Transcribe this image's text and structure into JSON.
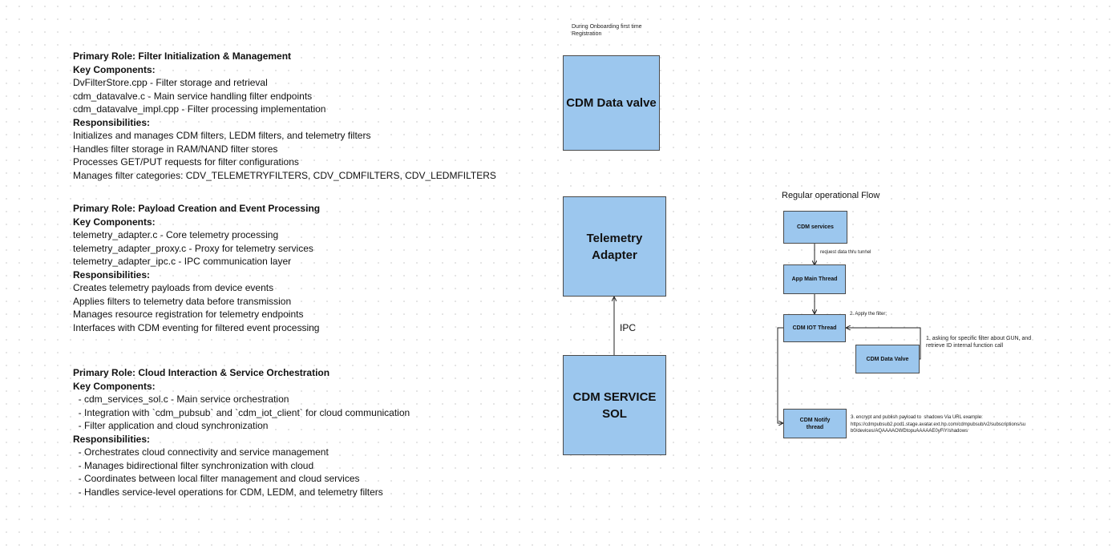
{
  "left_sections": [
    {
      "title": "Primary Role: Filter Initialization & Management",
      "components_heading": "Key Components:",
      "components": [
        "DvFilterStore.cpp - Filter storage and retrieval",
        "cdm_datavalve.c - Main service handling filter endpoints",
        "cdm_datavalve_impl.cpp - Filter processing implementation"
      ],
      "responsibilities_heading": "Responsibilities:",
      "responsibilities": [
        "Initializes and manages CDM filters, LEDM filters, and telemetry filters",
        "Handles filter storage in RAM/NAND filter stores",
        "Processes GET/PUT requests for filter configurations",
        "Manages filter categories: CDV_TELEMETRYFILTERS, CDV_CDMFILTERS, CDV_LEDMFILTERS"
      ]
    },
    {
      "title": "Primary Role: Payload Creation and Event Processing",
      "components_heading": "Key Components:",
      "components": [
        "telemetry_adapter.c - Core telemetry processing",
        "telemetry_adapter_proxy.c - Proxy for telemetry services",
        "telemetry_adapter_ipc.c - IPC communication layer"
      ],
      "responsibilities_heading": "Responsibilities:",
      "responsibilities": [
        "Creates telemetry payloads from device events",
        "Applies filters to telemetry data before transmission",
        "Manages resource registration for telemetry endpoints",
        "Interfaces with CDM eventing for filtered event processing"
      ]
    },
    {
      "title": "Primary Role: Cloud Interaction & Service Orchestration",
      "components_heading": "Key Components:",
      "components": [
        "  - cdm_services_sol.c - Main service orchestration",
        "  - Integration with `cdm_pubsub` and `cdm_iot_client` for cloud communication",
        "  - Filter application and cloud synchronization"
      ],
      "responsibilities_heading": "Responsibilities:",
      "responsibilities": [
        "  - Orchestrates cloud connectivity and service management",
        "  - Manages bidirectional filter synchronization with cloud",
        "  - Coordinates between local filter management and cloud services",
        "  - Handles service-level operations for CDM, LEDM, and telemetry filters"
      ]
    }
  ],
  "center": {
    "onboarding_note": "During Onboarding first time\nRegistration",
    "data_valve_box": "CDM Data valve",
    "telemetry_box": "Telemetry\nAdapter",
    "ipc_label": "IPC",
    "service_sol_box": "CDM SERVICE\nSOL"
  },
  "flow": {
    "title": "Regular operational Flow",
    "cdm_services": "CDM services",
    "step_request": "request data thru tunnel",
    "app_main_thread": "App Main Thread",
    "step_apply": "2. Apply the filter;",
    "iot_thread": "CDM IOT Thread",
    "step_ask": "1. asking for specific filter about GUN, and\nretrieve ID internal function call",
    "data_valve": "CDM Data Valve",
    "notify_thread": "CDM Notify\nthread",
    "step_publish": "3. encrypt and publish payload to  shadows Via URL example:\nhttps://cdmpubsub2.pod1.stage.avatar.ext.hp.com/cdmpubsub/v2/subscriptions/su\nb0/devices/AQAAAAOWDtopuAAAAAE0yFiY/shadows"
  },
  "colors": {
    "box_fill": "#9cc7ee",
    "box_border": "#4a4a4a"
  }
}
